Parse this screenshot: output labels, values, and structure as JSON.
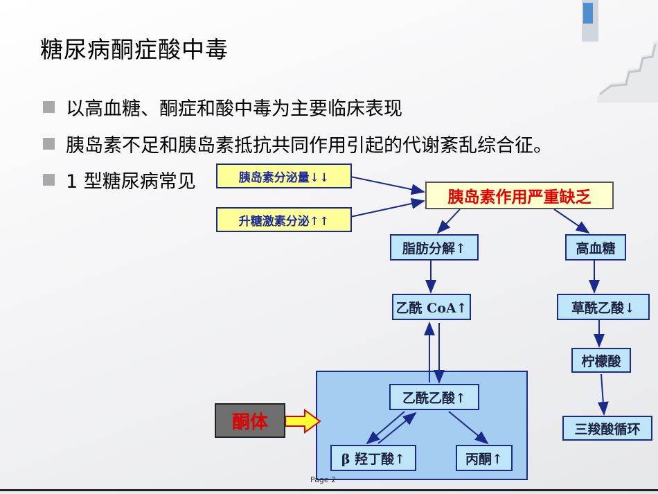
{
  "title": "糖尿病酮症酸中毒",
  "bullets": [
    "以高血糖、酮症和酸中毒为主要临床表现",
    "胰岛素不足和胰岛素抵抗共同作用引起的代谢紊乱综合征。",
    "1 型糖尿病常见"
  ],
  "diagram": {
    "insulin_secretion": "胰岛素分泌量↓↓",
    "glucagon_secretion": "升糖激素分泌↑↑",
    "insulin_deficiency": "胰岛素作用严重缺乏",
    "lipolysis": "脂肪分解↑",
    "hyperglycemia": "高血糖",
    "acetyl_coa": "乙酰 CoA↑",
    "oxaloacetate": "草酰乙酸↓",
    "citrate": "柠檬酸",
    "tca_cycle": "三羧酸循环",
    "acetoacetate": "乙酰乙酸↑",
    "hydroxybutyrate": "β 羟丁酸↑",
    "acetone": "丙酮↑",
    "ketone_bodies": "酮体"
  },
  "footer": {
    "page": "Page 2"
  },
  "colors": {
    "box_fill": "#bfe6f8",
    "box_border": "#1a2a8a",
    "highlight_red": "#e60000",
    "label_yellow": "#ffff99"
  }
}
